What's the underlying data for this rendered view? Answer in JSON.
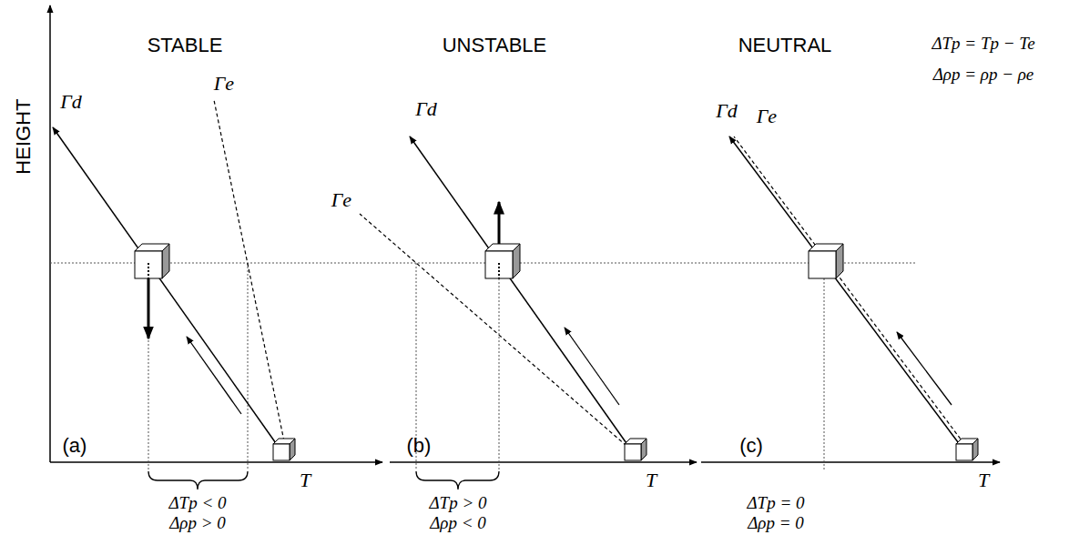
{
  "diagram": {
    "labels": [
      "HEIGHT",
      "STABLE",
      "UNSTABLE",
      "NEUTRAL",
      "ΔTp = Tp − Te",
      "Δρp = ρp − ρe",
      "Γd",
      "Γe",
      "Γe",
      "Γd",
      "Γd",
      "Γe",
      "(a)",
      "(b)",
      "(c)",
      "T",
      "T",
      "T",
      "ΔTp < 0",
      "Δρp > 0",
      "ΔTp > 0",
      "Δρp < 0",
      "ΔTp = 0",
      "Δρp = 0"
    ]
  }
}
